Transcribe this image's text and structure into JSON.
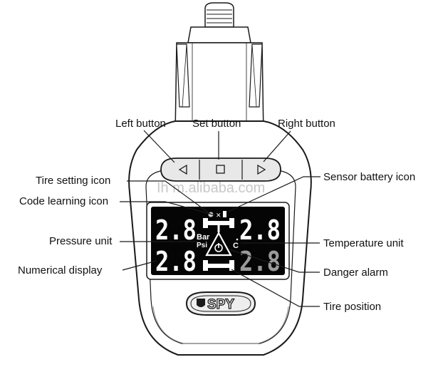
{
  "labels": {
    "left_button": "Left button",
    "set_button": "Set button",
    "right_button": "Right  button",
    "tire_setting_icon": "Tire setting icon",
    "sensor_battery_icon": "Sensor battery icon",
    "code_learning_icon": "Code learning icon",
    "pressure_unit": "Pressure unit",
    "temperature_unit": "Temperature unit",
    "numerical_display": "Numerical display",
    "danger_alarm": "Danger alarm",
    "tire_position": "Tire position"
  },
  "display": {
    "front_left": "2.8",
    "front_right": "2.8",
    "rear_left": "2.8",
    "rear_right": "2.8",
    "pressure_unit_bar": "Bar",
    "pressure_unit_psi": "Psi",
    "temperature_unit": "C"
  },
  "brand": "SPY",
  "watermark": "Ih     m.alibaba.com",
  "colors": {
    "outline": "#1a1a1a",
    "lcd_background": "#050505",
    "lcd_digit": "#ffffff",
    "lcd_dim_digit": "#9a9a9a",
    "body_fill": "#ffffff",
    "body_shade": "#d9d9d9"
  },
  "icons": [
    "left-arrow-icon",
    "square-icon",
    "right-arrow-icon",
    "tire-setting-icon",
    "code-learning-icon",
    "sensor-battery-icon",
    "danger-alarm-icon",
    "tire-position-icon"
  ]
}
